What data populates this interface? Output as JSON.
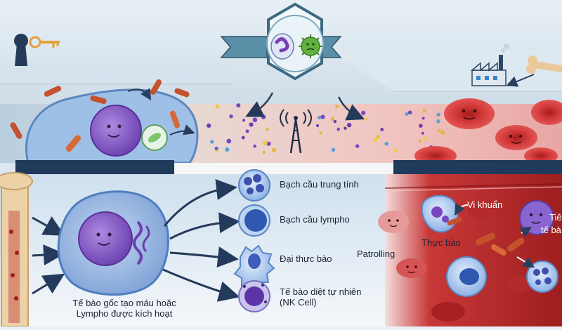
{
  "palette": {
    "navy": "#203a5c",
    "sky": "#dfeaf2",
    "blood": "#c62a2a",
    "cell_purple": "#7b4fc0",
    "cell_blue": "#5a8fd6",
    "virus_green": "#5cae3a",
    "bone": "#e9c999"
  },
  "top": {
    "badge_icons": [
      "macrophage-icon",
      "virus-icon"
    ],
    "left_icons": [
      "keyhole-icon",
      "key-icon"
    ],
    "right_icons": [
      "factory-icon",
      "bone-icon"
    ],
    "center_icon": "signal-tower-icon"
  },
  "left_panel": {
    "stem_caption_line1": "Tế bào gốc tạo máu hoặc",
    "stem_caption_line2": "Lympho được kích hoạt",
    "outputs": [
      {
        "label": "Bạch cầu trung tính",
        "icon": "neutrophil-icon"
      },
      {
        "label": "Bạch cầu lympho",
        "icon": "lymphocyte-icon"
      },
      {
        "label": "Đại thực bào",
        "icon": "macrophage-icon"
      },
      {
        "label": "Tế bào diệt tự nhiên",
        "label2": "(NK Cell)",
        "icon": "nk-cell-icon"
      }
    ]
  },
  "right_panel": {
    "patrolling": "Patrolling",
    "bacteria": "Vi khuẩn",
    "phagocyte": "Thực bào",
    "cut_label_1": "Tiê",
    "cut_label_2": "tế bà"
  }
}
